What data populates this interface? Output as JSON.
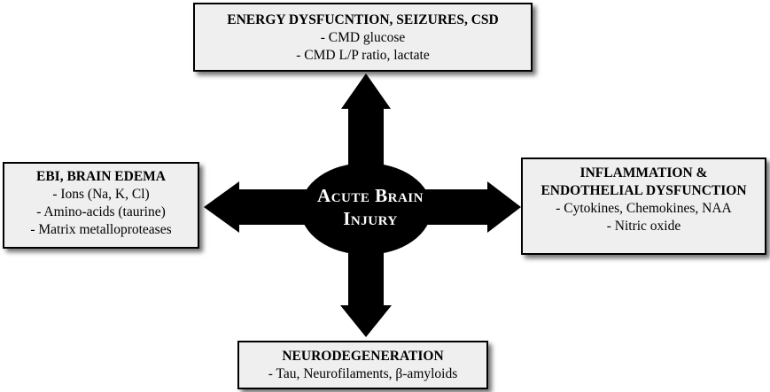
{
  "center": {
    "line1": "Acute Brain",
    "line2": "Injury"
  },
  "top_box": {
    "title": "ENERGY DYSFUCNTION, SEIZURES, CSD",
    "items": [
      "-  CMD glucose",
      "- CMD L/P ratio, lactate"
    ]
  },
  "left_box": {
    "title": "EBI, BRAIN EDEMA",
    "items": [
      "- Ions (Na, K, Cl)",
      "- Amino-acids (taurine)",
      "- Matrix metalloproteases"
    ]
  },
  "right_box": {
    "title_line1": "INFLAMMATION &",
    "title_line2": "ENDOTHELIAL DYSFUNCTION",
    "items": [
      "- Cytokines, Chemokines, NAA",
      "- Nitric oxide"
    ]
  },
  "bottom_box": {
    "title": "NEURODEGENERATION",
    "items": [
      "- Tau, Neurofilaments, β-amyloids"
    ]
  },
  "colors": {
    "arrow": "#000000",
    "box_fill": "#efefef",
    "center_text": "#ffffff"
  }
}
